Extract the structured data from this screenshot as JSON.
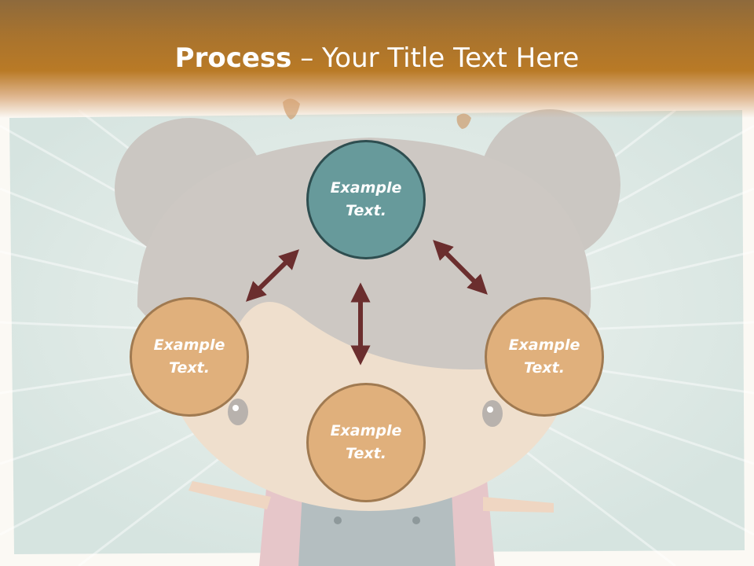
{
  "title": {
    "bold_part": "Process",
    "separator": " – ",
    "rest": "Your Title Text Here"
  },
  "nodes": {
    "top": {
      "line1": "Example",
      "line2": "Text."
    },
    "left": {
      "line1": "Example",
      "line2": "Text."
    },
    "bottom": {
      "line1": "Example",
      "line2": "Text."
    },
    "right": {
      "line1": "Example",
      "line2": "Text."
    }
  },
  "colors": {
    "title_band": "#b97a26",
    "top_node_fill": "#679a9b",
    "top_node_border": "#2e4e50",
    "node_fill": "#e0b07c",
    "node_border": "#a07a51",
    "arrow": "#6b2e2e"
  }
}
